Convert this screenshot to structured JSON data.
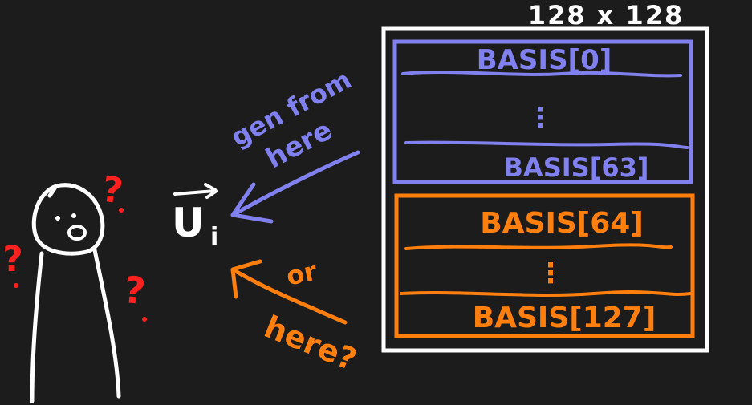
{
  "diagram": {
    "matrix_label": "128 x 128",
    "vector_label": "U",
    "vector_subscript": "i",
    "upper_block": {
      "color": "#8080ee",
      "first_row": "BASIS[0]",
      "dots": "⋮",
      "last_row": "BASIS[63]"
    },
    "lower_block": {
      "color": "#ff7f0e",
      "first_row": "BASIS[64]",
      "dots": "⋮",
      "last_row": "BASIS[127]"
    },
    "annotation_upper": {
      "line1": "gen from",
      "line2": "here"
    },
    "annotation_lower": {
      "line1": "or",
      "line2": "here?"
    },
    "question_mark": "?",
    "colors": {
      "background": "#1c1c1c",
      "ink": "#ffffff",
      "question": "#ff2020"
    }
  }
}
